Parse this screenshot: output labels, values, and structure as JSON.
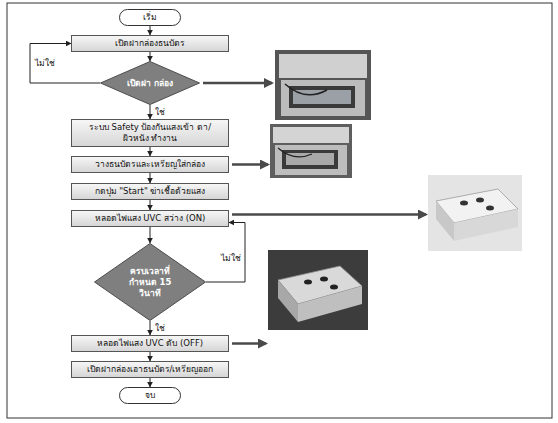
{
  "diagram": {
    "nodes": [
      {
        "text": [
          "เริ่ม"
        ]
      },
      {
        "text": [
          "เปิดฝากล่องธนบัตร"
        ]
      },
      {
        "text": [
          "เปิดฝา กล่อง"
        ]
      },
      {
        "text": [
          "ระบบ Safety ป้องกันแสงเข้า ตา/ผิวหนัง ทำงาน"
        ]
      },
      {
        "text": [
          "วางธนบัตรและเหรียญใส่กล่อง"
        ]
      },
      {
        "text": [
          "กดปุ่ม \"Start\" ฆ่าเชื้อด้วยแสง"
        ]
      },
      {
        "text": [
          "หลอดไฟแสง UVC สว่าง (ON)"
        ]
      },
      {
        "text": [
          "ครบเวลาที่ กำหนด 15 วินาที"
        ]
      },
      {
        "text": [
          "หลอดไฟแสง UVC ดับ (OFF)"
        ]
      },
      {
        "text": [
          "เปิดฝากล่องเอาธนบัตร/เหรียญออก"
        ]
      },
      {
        "text": [
          "จบ"
        ]
      }
    ],
    "edges": [
      {
        "from": 0,
        "to": 1,
        "arrow": "to"
      },
      {
        "from": 1,
        "to": 2,
        "arrow": "to"
      },
      {
        "from": 2,
        "to": 1,
        "label": "ไม่ใช่",
        "arrow": "to"
      },
      {
        "from": 2,
        "to": 3,
        "label": "ใช่",
        "arrow": "to"
      },
      {
        "from": 3,
        "to": 4,
        "arrow": "to"
      },
      {
        "from": 4,
        "to": 5,
        "arrow": "to"
      },
      {
        "from": 5,
        "to": 6,
        "arrow": "to"
      },
      {
        "from": 6,
        "to": 7,
        "arrow": "to"
      },
      {
        "from": 7,
        "to": 6,
        "label": "ไม่ใช่",
        "arrow": "to"
      },
      {
        "from": 7,
        "to": 8,
        "label": "ใช่",
        "arrow": "to"
      },
      {
        "from": 8,
        "to": 9,
        "arrow": "to"
      },
      {
        "from": 9,
        "to": 10,
        "arrow": "to"
      }
    ]
  }
}
